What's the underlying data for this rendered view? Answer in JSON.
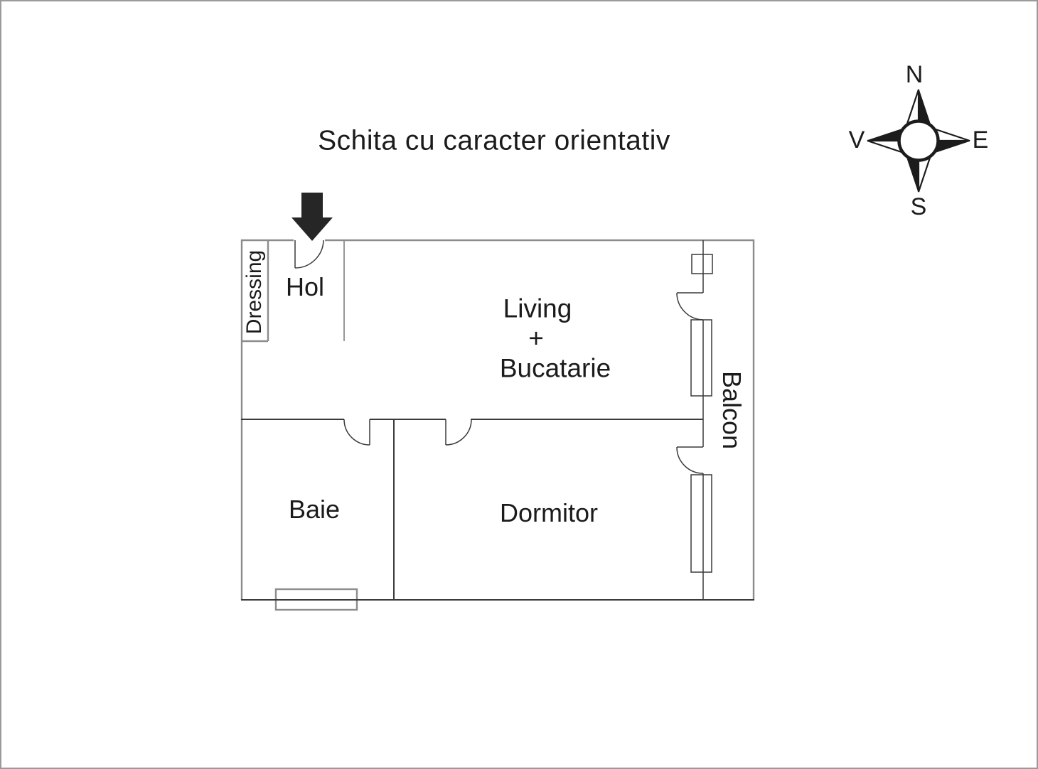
{
  "title": "Schita cu caracter orientativ",
  "rooms": {
    "dressing": {
      "label": "Dressing"
    },
    "hol": {
      "label": "Hol"
    },
    "living_bucatarie": {
      "line1": "Living",
      "line2": "+",
      "line3": "Bucatarie"
    },
    "balcon": {
      "label": "Balcon"
    },
    "baie": {
      "label": "Baie"
    },
    "dormitor": {
      "label": "Dormitor"
    }
  },
  "compass": {
    "north": "N",
    "east": "E",
    "south": "S",
    "west": "V"
  },
  "colors": {
    "wall_gray": "#8c8c8c",
    "wall_dark": "#3a3a3a",
    "text": "#1b1b1b",
    "arrow_black": "#262626",
    "compass_black": "#1c1c1c",
    "page_border": "#9a9a9a",
    "background": "#ffffff"
  }
}
